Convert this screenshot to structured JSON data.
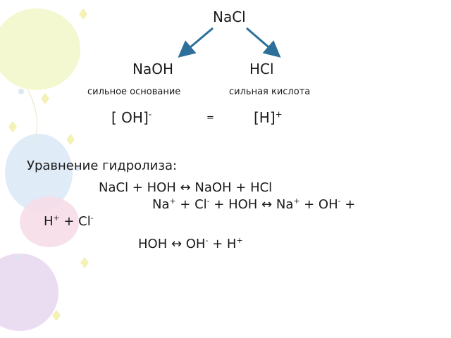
{
  "slide": {
    "salt": "NaCl",
    "base": "NaOH",
    "acid": "HCl",
    "base_caption": "сильное основание",
    "acid_caption": "сильная кислота",
    "hydroxide": {
      "prefix": "[ OH]",
      "charge": "-"
    },
    "equals": "=",
    "proton": {
      "prefix": "[H]",
      "charge": "+"
    },
    "hydrolysis_heading": "Уравнение гидролиза:",
    "molecular_equation": "NaCl + HOH ↔ NaOH + HCl",
    "ionic_equation": {
      "na1": "Na",
      "na1_charge": "+",
      "p1": " + Cl",
      "cl1_charge": "-",
      "p2": " + HOH ↔ Na",
      "na2_charge": "+",
      "p3": " + OH",
      "oh_charge": "-",
      "p4": " +",
      "h": "H",
      "h_charge": "+",
      "p5": " + Cl",
      "cl2_charge": "-"
    },
    "short_ionic": {
      "p1": "HOH ↔ OH",
      "oh_charge": "-",
      "p2": " + H",
      "h_charge": "+"
    }
  }
}
